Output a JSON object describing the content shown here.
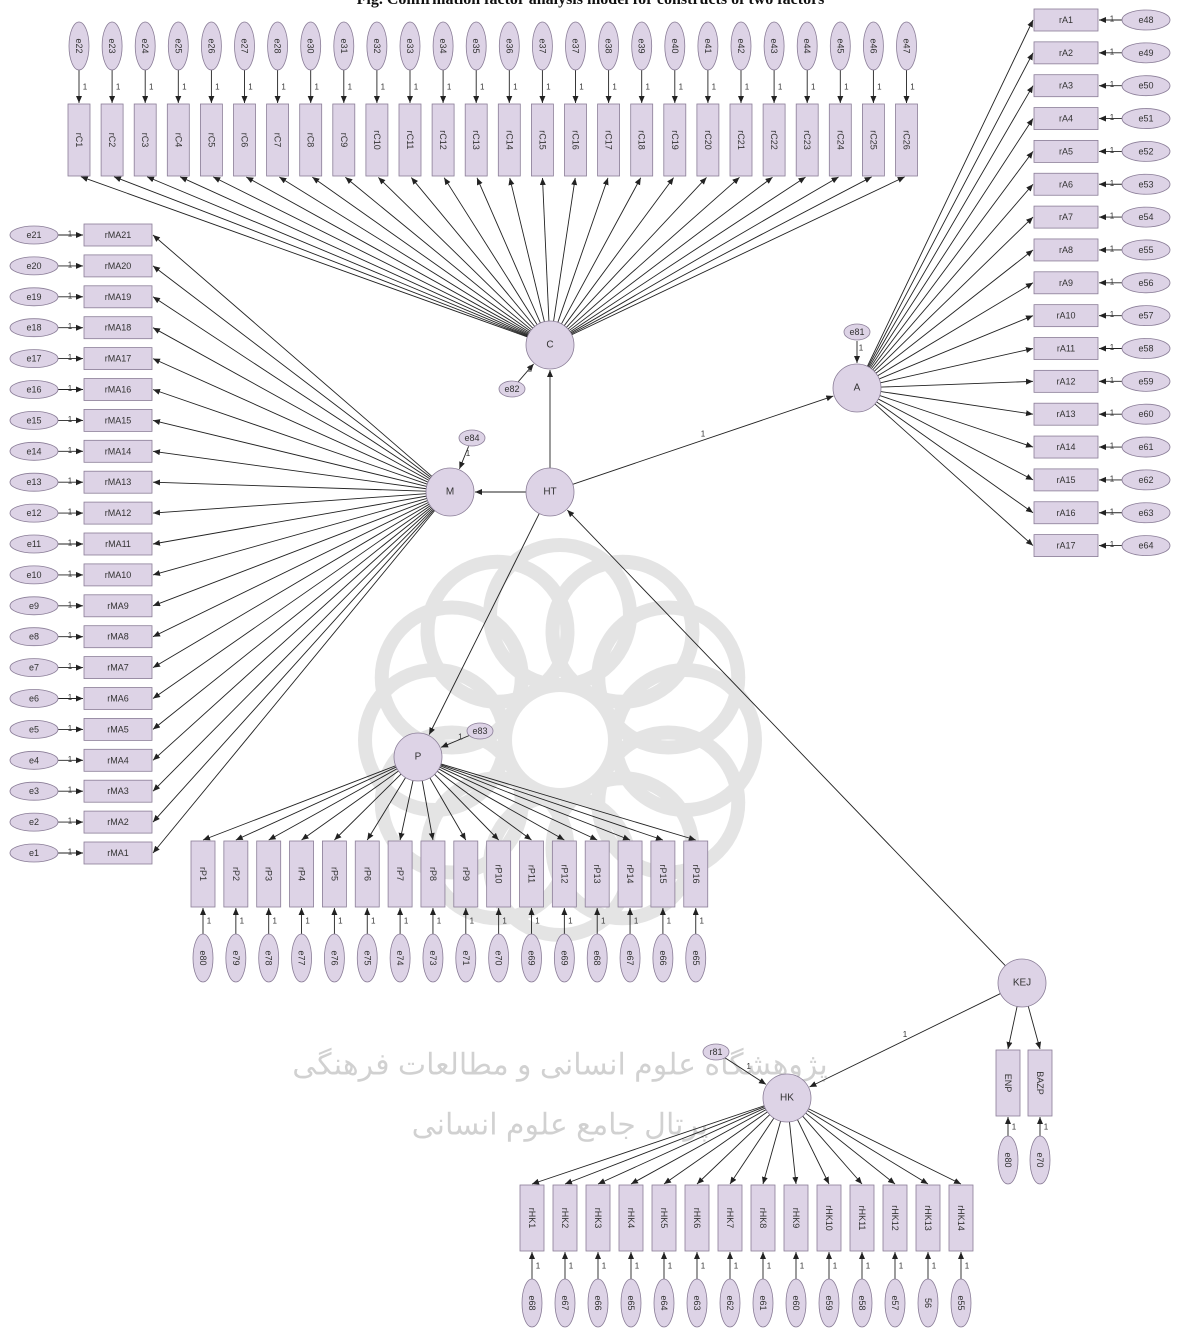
{
  "caption": "Fig. Confirmation factor analysis model for constructs of two factors",
  "colors": {
    "node_fill": "#ddd3e6",
    "node_stroke": "#8a7d97",
    "arrow": "#222222"
  },
  "watermark": {
    "persian_line1": "پژوهشگاه علوم انسانی و مطالعات فرهنگی",
    "persian_line2": "پرتال جامع علوم انسانی"
  },
  "latents": {
    "C": {
      "label": "C",
      "error": "e82"
    },
    "A": {
      "label": "A",
      "error": "e81"
    },
    "M": {
      "label": "M",
      "error": "e84"
    },
    "HT": {
      "label": "HT"
    },
    "P": {
      "label": "P",
      "error": "e83"
    },
    "KEJ": {
      "label": "KEJ"
    },
    "HK": {
      "label": "HK",
      "error": "r81"
    }
  },
  "indicators": {
    "C": {
      "items": [
        "rC1",
        "rC2",
        "rC3",
        "rC4",
        "rC5",
        "rC6",
        "rC7",
        "rC8",
        "rC9",
        "rC10",
        "rC11",
        "rC12",
        "rC13",
        "rC14",
        "rC15",
        "rC16",
        "rC17",
        "rC18",
        "rC19",
        "rC20",
        "rC21",
        "rC22",
        "rC23",
        "rC24",
        "rC25",
        "rC26"
      ],
      "errors": [
        "e22",
        "e23",
        "e24",
        "e25",
        "e26",
        "e27",
        "e28",
        "e30",
        "e31",
        "e32",
        "e33",
        "e34",
        "e35",
        "e36",
        "e37",
        "e37",
        "e38",
        "e39",
        "e40",
        "e41",
        "e42",
        "e43",
        "e44",
        "e45",
        "e46",
        "e47"
      ]
    },
    "A": {
      "items": [
        "rA1",
        "rA2",
        "rA3",
        "rA4",
        "rA5",
        "rA6",
        "rA7",
        "rA8",
        "rA9",
        "rA10",
        "rA11",
        "rA12",
        "rA13",
        "rA14",
        "rA15",
        "rA16",
        "rA17"
      ],
      "errors": [
        "e48",
        "e49",
        "e50",
        "e51",
        "e52",
        "e53",
        "e54",
        "e55",
        "e56",
        "e57",
        "e58",
        "e59",
        "e60",
        "e61",
        "e62",
        "e63",
        "e64"
      ]
    },
    "M": {
      "items": [
        "rMA21",
        "rMA20",
        "rMA19",
        "rMA18",
        "rMA17",
        "rMA16",
        "rMA15",
        "rMA14",
        "rMA13",
        "rMA12",
        "rMA11",
        "rMA10",
        "rMA9",
        "rMA8",
        "rMA7",
        "rMA6",
        "rMA5",
        "rMA4",
        "rMA3",
        "rMA2",
        "rMA1"
      ],
      "errors": [
        "e21",
        "e20",
        "e19",
        "e18",
        "e17",
        "e16",
        "e15",
        "e14",
        "e13",
        "e12",
        "e11",
        "e10",
        "e9",
        "e8",
        "e7",
        "e6",
        "e5",
        "e4",
        "e3",
        "e2",
        "e1"
      ]
    },
    "P": {
      "items": [
        "rP1",
        "rP2",
        "rP3",
        "rP4",
        "rP5",
        "rP6",
        "rP7",
        "rP8",
        "rP9",
        "rP10",
        "rP11",
        "rP12",
        "rP13",
        "rP14",
        "rP15",
        "rP16"
      ],
      "errors": [
        "e80",
        "e79",
        "e78",
        "e77",
        "e76",
        "e75",
        "e74",
        "e73",
        "e71",
        "e70",
        "e69",
        "e69",
        "e68",
        "e67",
        "e66",
        "e65"
      ]
    },
    "HK": {
      "items": [
        "rHK1",
        "rHK2",
        "rHK3",
        "rHK4",
        "rHK5",
        "rHK6",
        "rHK7",
        "rHK8",
        "rHK9",
        "rHK10",
        "rHK11",
        "rHK12",
        "rHK13",
        "rHK14"
      ],
      "errors": [
        "e68",
        "e67",
        "e66",
        "e65",
        "e64",
        "e63",
        "e62",
        "e61",
        "e60",
        "e59",
        "e58",
        "e57",
        "56",
        "e55"
      ]
    },
    "KEJ": {
      "items": [
        "ENP",
        "BAZP"
      ],
      "errors": [
        "e80",
        "e70"
      ]
    }
  },
  "paths": [
    {
      "from": "HT",
      "to": "C"
    },
    {
      "from": "HT",
      "to": "M"
    },
    {
      "from": "HT",
      "to": "A",
      "label": "1"
    },
    {
      "from": "HT",
      "to": "P"
    },
    {
      "from": "KEJ",
      "to": "HT"
    },
    {
      "from": "KEJ",
      "to": "HK",
      "label": "1"
    }
  ],
  "path_weight_label": "1"
}
